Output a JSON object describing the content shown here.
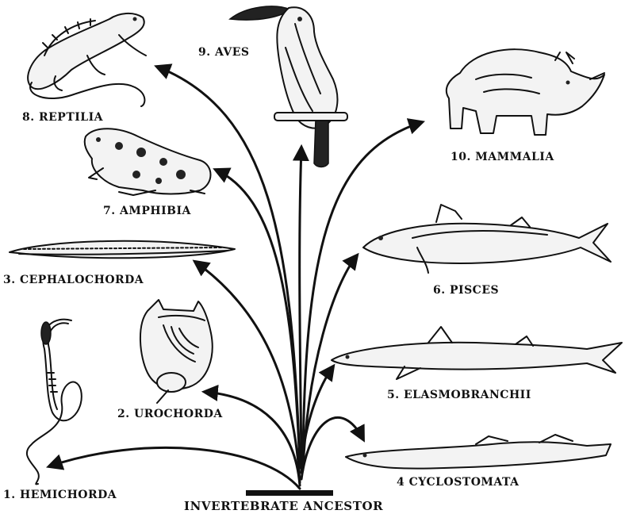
{
  "diagram": {
    "base_label": "INVERTEBRATE ANCESTOR",
    "groups": [
      {
        "id": "hemichorda",
        "label": "1. HEMICHORDA",
        "icon": "acorn-worm"
      },
      {
        "id": "urochorda",
        "label": "2. UROCHORDA",
        "icon": "sea-squirt"
      },
      {
        "id": "cephalochorda",
        "label": "3. CEPHALOCHORDA",
        "icon": "lancelet"
      },
      {
        "id": "cyclostomata",
        "label": "4 CYCLOSTOMATA",
        "icon": "lamprey"
      },
      {
        "id": "elasmobranchii",
        "label": "5. ELASMOBRANCHII",
        "icon": "shark"
      },
      {
        "id": "pisces",
        "label": "6. PISCES",
        "icon": "mackerel"
      },
      {
        "id": "amphibia",
        "label": "7. AMPHIBIA",
        "icon": "frog"
      },
      {
        "id": "reptilia",
        "label": "8. REPTILIA",
        "icon": "iguana"
      },
      {
        "id": "aves",
        "label": "9. AVES",
        "icon": "toucan"
      },
      {
        "id": "mammalia",
        "label": "10. MAMMALIA",
        "icon": "rhinoceros"
      }
    ]
  }
}
